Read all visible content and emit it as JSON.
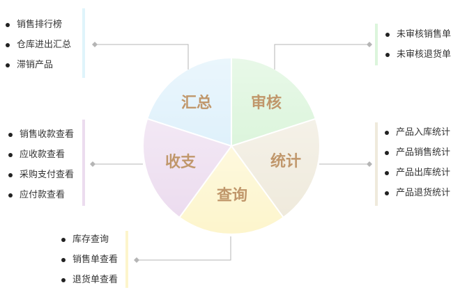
{
  "segments": [
    {
      "key": "summary",
      "label": "汇总",
      "color": "#dff1fb"
    },
    {
      "key": "review",
      "label": "审核",
      "color": "#dcf5dc"
    },
    {
      "key": "stats",
      "label": "统计",
      "color": "#efeadc"
    },
    {
      "key": "query",
      "label": "查询",
      "color": "#fdf5cc"
    },
    {
      "key": "finance",
      "label": "收支",
      "color": "#ecdcef"
    }
  ],
  "groups": {
    "summary": {
      "items": [
        "销售排行榜",
        "仓库进出汇总",
        "滞销产品"
      ],
      "bar_color": "#dff4fb"
    },
    "review": {
      "items": [
        "未审核销售单",
        "未审核退货单"
      ],
      "bar_color": "#dcf5dc"
    },
    "finance": {
      "items": [
        "销售收款查看",
        "应收款查看",
        "采购支付查看",
        "应付款查看"
      ],
      "bar_color": "#ecdcef"
    },
    "stats": {
      "items": [
        "产品入库统计",
        "产品销售统计",
        "产品出库统计",
        "产品退货统计"
      ],
      "bar_color": "#efeadc"
    },
    "query": {
      "items": [
        "库存查询",
        "销售单查看",
        "退货单查看"
      ],
      "bar_color": "#fdf5cc"
    }
  }
}
